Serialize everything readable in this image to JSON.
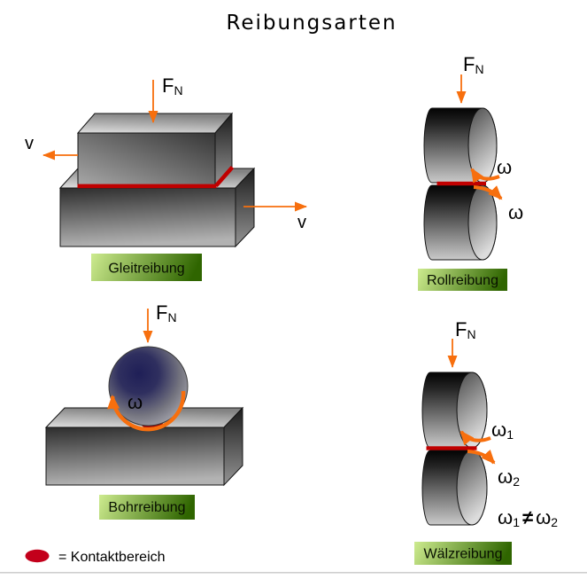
{
  "title": "Reibungsarten",
  "symbols": {
    "force": "F",
    "force_sub": "N",
    "velocity": "v",
    "omega": "ω",
    "sub1": "1",
    "sub2": "2",
    "neq": "≠"
  },
  "panels": {
    "gleit": {
      "label": "Gleitreibung"
    },
    "roll": {
      "label": "Rollreibung"
    },
    "bohr": {
      "label": "Bohrreibung"
    },
    "waelz": {
      "label": "Wälzreibung"
    }
  },
  "legend": {
    "text": "= Kontaktbereich"
  },
  "colors": {
    "arrow_orange": "#F76F0E",
    "contact_red": "#C00000",
    "legend_red": "#C3001B",
    "label_gradient_start": "#CDEB8F",
    "label_gradient_end": "#2F6500",
    "text": "#000000"
  }
}
